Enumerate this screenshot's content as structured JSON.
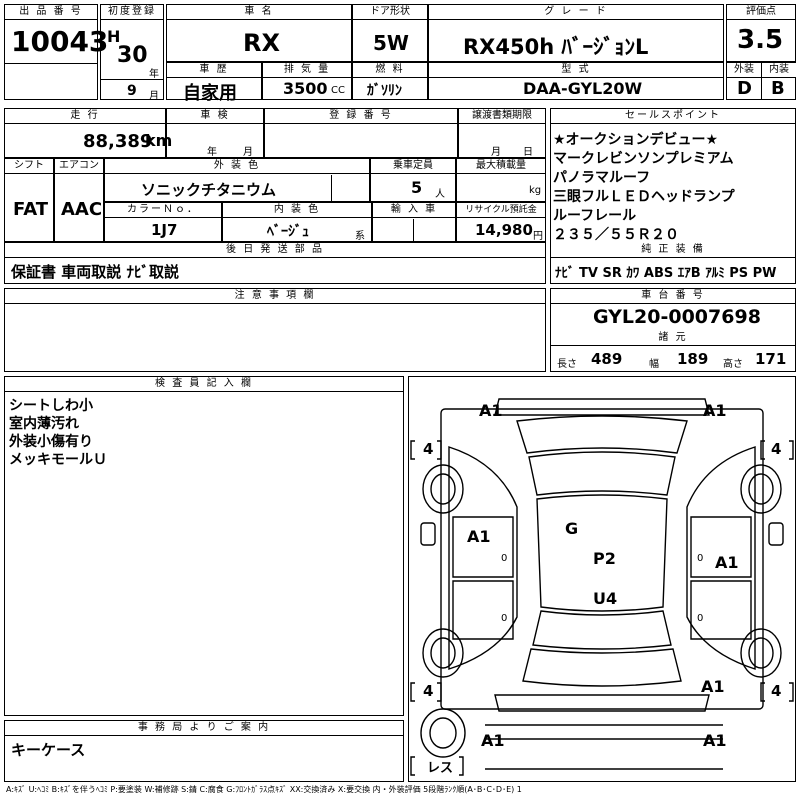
{
  "labels": {
    "lot_no": "出 品 番 号",
    "first_reg": "初度登録",
    "car_name": "車 名",
    "door": "ドア形状",
    "grade": "グ レ ー ド",
    "score": "評価点",
    "history": "車 歴",
    "displacement": "排 気 量",
    "fuel": "燃 料",
    "model_code": "型 式",
    "exterior": "外装",
    "interior": "内装",
    "mileage": "走 行",
    "inspection": "車 検",
    "reg_no": "登 録 番 号",
    "transfer": "譲渡書類期限",
    "sales_point": "セールスポイント",
    "shift": "シフト",
    "ac": "エアコン",
    "ext_color": "外 装 色",
    "capacity": "乗車定員",
    "max_load": "最大積載量",
    "color_no": "カラーＮｏ．",
    "int_color": "内 装 色",
    "import": "輸 入 車",
    "recycle": "リサイクル預託金",
    "later_parts": "後 日 発 送 部 品",
    "equipment": "純 正 装 備",
    "notes": "注 意 事 項 欄",
    "chassis": "車 台 番 号",
    "dimensions": "諸 元",
    "inspector": "検 査 員 記 入 欄",
    "office": "事 務 局 よ り ご 案 内"
  },
  "units": {
    "year": "年",
    "month": "月",
    "cc": "CC",
    "km": "km",
    "person": "人",
    "kg": "kg",
    "yen": "円",
    "kei": "系",
    "length": "長さ",
    "width": "幅",
    "height": "高さ"
  },
  "values": {
    "lot_no": "10043",
    "era": "H",
    "year": "30",
    "month": "9",
    "car_name": "RX",
    "door": "5W",
    "grade": "RX450h ﾊﾞｰｼﾞｮﾝL",
    "score": "3.5",
    "history": "自家用",
    "displacement": "3500",
    "fuel": "ｶﾞｿﾘﾝ",
    "model_code": "DAA-GYL20W",
    "exterior": "D",
    "interior": "B",
    "mileage": "88,389",
    "shift": "FAT",
    "ac": "AAC",
    "ext_color": "ソニックチタニウム",
    "capacity": "5",
    "color_no": "1J7",
    "int_color": "ﾍﾞｰｼﾞｭ",
    "recycle": "14,980",
    "later_parts": "保証書 車両取説 ﾅﾋﾞ取説",
    "equipment": "ﾅﾋﾞ TV SR ｶﾜ ABS ｴｱB ｱﾙﾐ PS PW",
    "chassis": "GYL20-0007698",
    "length": "489",
    "width": "189",
    "height": "171",
    "office_note": "キーケース"
  },
  "sales_points": [
    "★オークションデビュー★",
    "マークレビンソンプレミアム",
    "パノラマルーフ",
    "三眼フルＬＥＤヘッドランプ",
    "ルーフレール",
    "２３５／５５Ｒ２０"
  ],
  "inspector_notes": [
    "シートしわ小",
    "室内薄汚れ",
    "外装小傷有り",
    "メッキモールＵ"
  ],
  "diagram": {
    "marks": {
      "a1_tl": "A1",
      "a1_tr": "A1",
      "a1_ml": "A1",
      "a1_mr": "A1",
      "a1_br1": "A1",
      "a1_bl": "A1",
      "a1_br2": "A1",
      "g": "G",
      "p2": "P2",
      "u4": "U4"
    },
    "tires": [
      "4",
      "4",
      "4",
      "4"
    ],
    "spare": "レス",
    "zero_marks": [
      "0",
      "0",
      "0",
      "0"
    ]
  },
  "legend": "A:ｷｽﾞ U:ﾍｺﾐ B:ｷｽﾞを伴うﾍｺﾐ P:要塗装 W:補修跡 S:錆 C:腐食 G:ﾌﾛﾝﾄｶﾞﾗｽ点ｷｽﾞ XX:交換済み X:要交換 内・外装評価 5段階ﾗﾝｸ順(A･B･C･D･E) 1"
}
